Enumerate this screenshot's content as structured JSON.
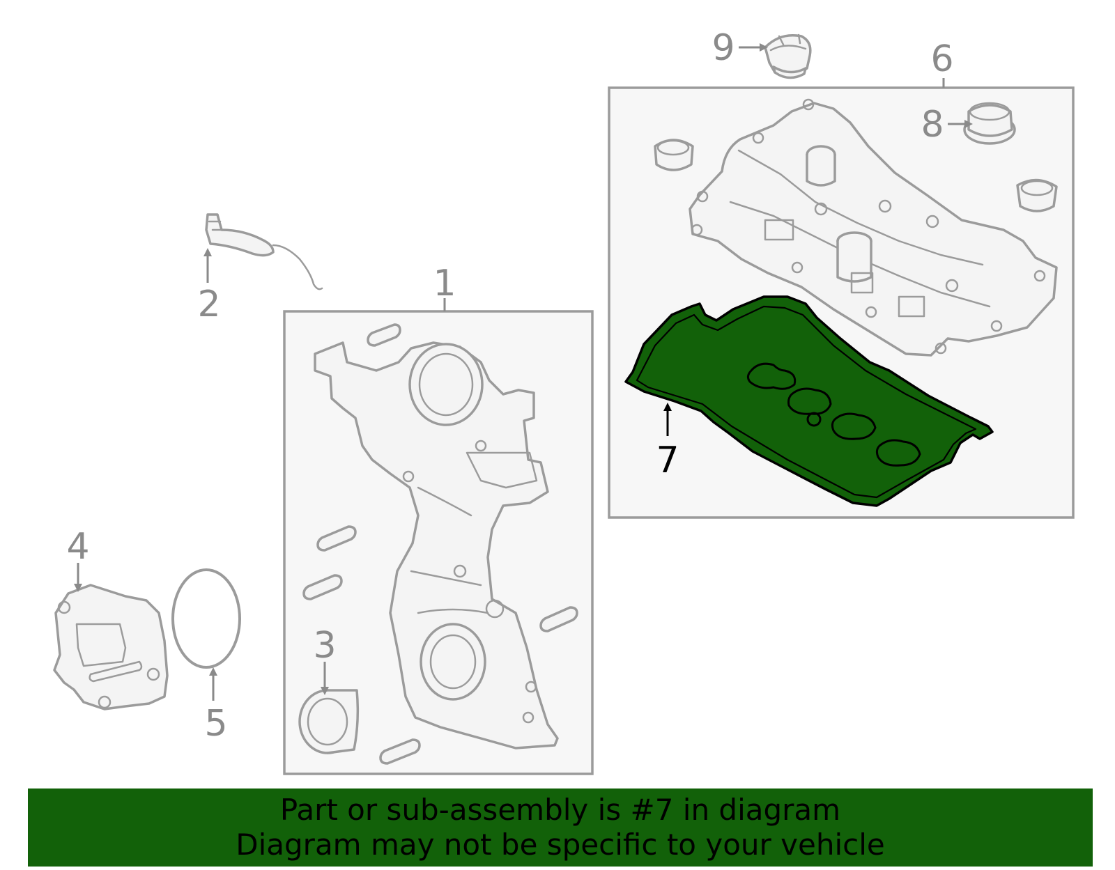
{
  "colors": {
    "highlight_fill": "#126109",
    "part_stroke": "#9b9b9b",
    "box_fill": "#f7f7f7",
    "callout_default": "#8a8a8a",
    "callout_selected": "#000000"
  },
  "callouts": [
    {
      "id": "1",
      "label": "1",
      "selected": false
    },
    {
      "id": "2",
      "label": "2",
      "selected": false
    },
    {
      "id": "3",
      "label": "3",
      "selected": false
    },
    {
      "id": "4",
      "label": "4",
      "selected": false
    },
    {
      "id": "5",
      "label": "5",
      "selected": false
    },
    {
      "id": "6",
      "label": "6",
      "selected": false
    },
    {
      "id": "7",
      "label": "7",
      "selected": true
    },
    {
      "id": "8",
      "label": "8",
      "selected": false
    },
    {
      "id": "9",
      "label": "9",
      "selected": false
    }
  ],
  "banner": {
    "line1": "Part or sub-assembly is #7 in diagram",
    "line2": "Diagram may not be specific to your vehicle"
  }
}
